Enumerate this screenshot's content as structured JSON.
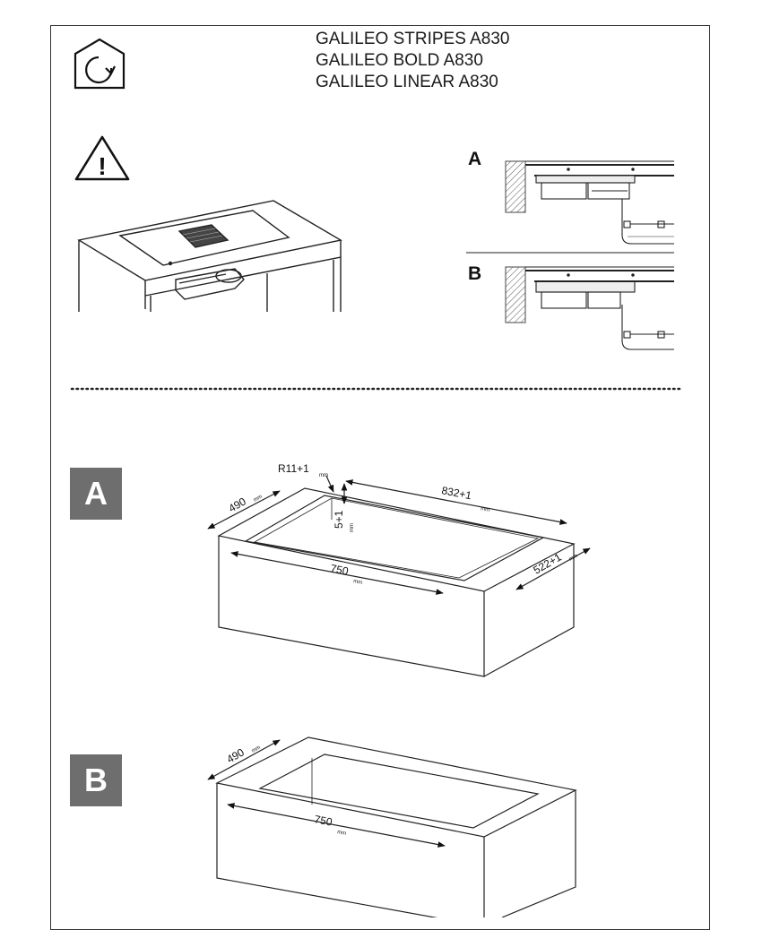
{
  "header": {
    "model_lines": [
      "GALILEO STRIPES A830",
      "GALILEO BOLD A830",
      "GALILEO LINEAR A830"
    ]
  },
  "icons": {
    "house_recycle": "house-rotate-icon",
    "warning": "warning-triangle-icon",
    "warning_glyph": "!"
  },
  "side_views": {
    "a_label": "A",
    "b_label": "B"
  },
  "variant_a": {
    "label": "A",
    "radius": "R11+1",
    "radius_unit": "mm",
    "width_outer": "832+1",
    "width_outer_unit": "mm",
    "depth_outer": "522+1",
    "depth_outer_unit": "mm",
    "depth_inner": "490",
    "depth_inner_unit": "mm",
    "width_inner": "750",
    "width_inner_unit": "mm",
    "rebate": "5+1",
    "rebate_unit": "mm"
  },
  "variant_b": {
    "label": "B",
    "depth_inner": "490",
    "depth_inner_unit": "mm",
    "width_inner": "750",
    "width_inner_unit": "mm"
  },
  "colors": {
    "label_box_bg": "#6e6e6e",
    "line": "#1a1a1a"
  }
}
